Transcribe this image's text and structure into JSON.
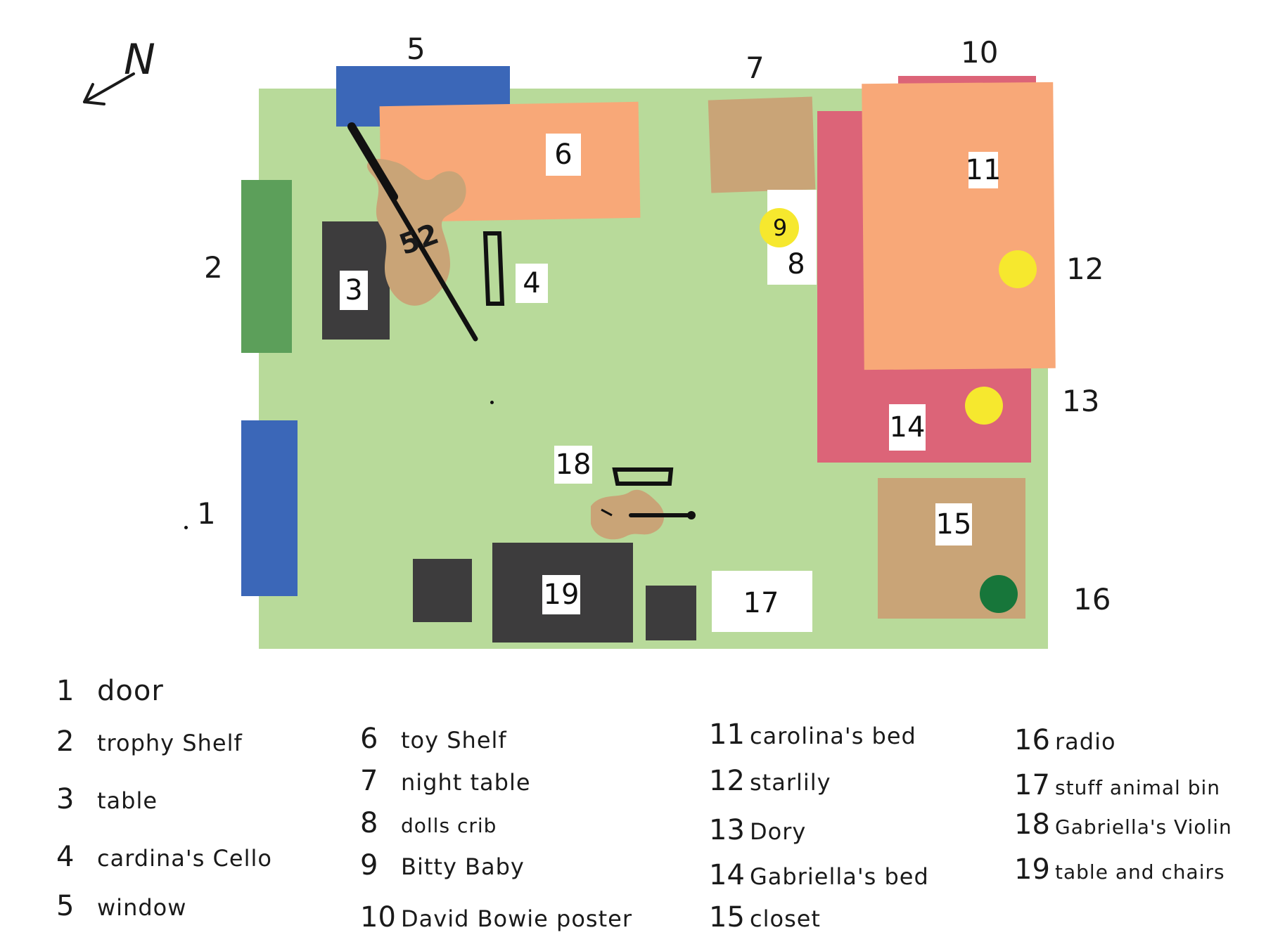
{
  "compass": {
    "label": "N"
  },
  "edge_numbers": {
    "n1": "1",
    "n2": "2",
    "n5": "5",
    "n7": "7",
    "n10": "10",
    "n12": "12",
    "n13": "13",
    "n16": "16"
  },
  "floor_labels": {
    "l3": "3",
    "l4": "4",
    "l6": "6",
    "l8": "8",
    "l9": "9",
    "l11": "11",
    "l14": "14",
    "l15": "15",
    "l17": "17",
    "l18": "18",
    "l19": "19",
    "cello": "52"
  },
  "colors": {
    "floor": "#b8da9a",
    "blue": "#3b67b8",
    "green": "#5c9f5a",
    "black": "#3d3c3d",
    "salmon": "#f8a878",
    "tan": "#c9a477",
    "pink": "#dc6478",
    "yellow": "#f6e82e",
    "dark_green": "#17763a"
  },
  "legend": [
    [
      {
        "num": "1",
        "text": "door"
      },
      {
        "num": "2",
        "text": "trophy Shelf"
      },
      {
        "num": "3",
        "text": "table"
      },
      {
        "num": "4",
        "text": "cardina's Cello"
      },
      {
        "num": "5",
        "text": "window"
      }
    ],
    [
      {
        "num": "6",
        "text": "toy Shelf"
      },
      {
        "num": "7",
        "text": "night table"
      },
      {
        "num": "8",
        "text": "dolls crib"
      },
      {
        "num": "9",
        "text": "Bitty Baby"
      },
      {
        "num": "10",
        "text": "David Bowie poster"
      }
    ],
    [
      {
        "num": "11",
        "text": "carolina's bed"
      },
      {
        "num": "12",
        "text": "starlily"
      },
      {
        "num": "13",
        "text": "Dory"
      },
      {
        "num": "14",
        "text": "Gabriella's bed"
      },
      {
        "num": "15",
        "text": "closet"
      }
    ],
    [
      {
        "num": "16",
        "text": "radio"
      },
      {
        "num": "17",
        "text": "stuff animal bin"
      },
      {
        "num": "18",
        "text": "Gabriella's Violin"
      },
      {
        "num": "19",
        "text": "table and chairs"
      }
    ]
  ]
}
